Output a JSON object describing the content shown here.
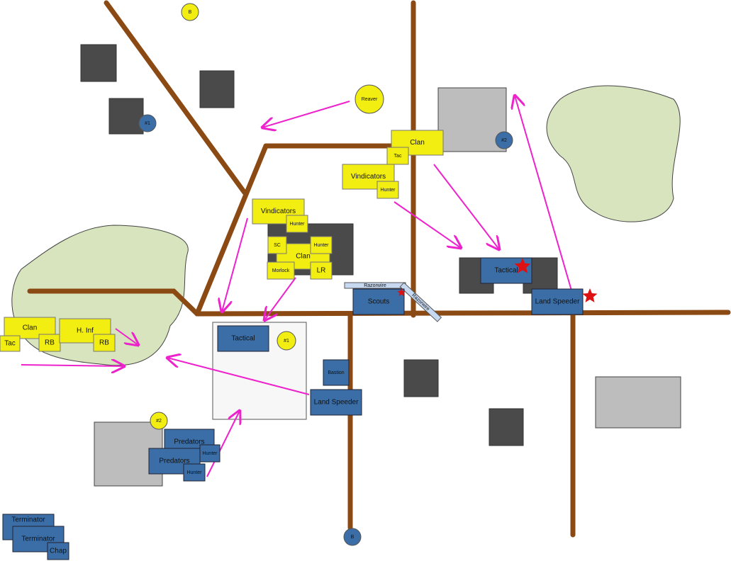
{
  "colors": {
    "road": "#8b4a14",
    "arrow": "#ee22cc",
    "yellow_units": "#f2ee12",
    "blue_units": "#3b6ea6",
    "terrain": "#d7e4bd",
    "star": "#dd1111"
  },
  "yellow": {
    "clan1": "Clan",
    "tac1": "Tac",
    "vind1": "Vindicators",
    "hunter1": "Hunter",
    "vind2": "Vindicators",
    "hunter2": "Hunter",
    "sc": "SC",
    "hunter3": "Hunter",
    "clan2": "Clan",
    "morlock": "Morlock",
    "lr": "LR",
    "clan3": "Clan",
    "tac2": "Tac",
    "rb1": "RB",
    "hinf": "H. Inf",
    "rb2": "RB"
  },
  "markers": {
    "b_top": "B",
    "reaver": "Reaver",
    "y1": "#1",
    "y2": "#2",
    "blue1": "#1",
    "blue2": "#2",
    "b_bottom": "B"
  },
  "blue": {
    "tactical1": "Tactical",
    "speeder1": "Land Speeder",
    "scouts": "Scouts",
    "tactical2": "Tactical",
    "bastion": "Bastion",
    "speeder2": "Land Speeder",
    "pred1": "Predators",
    "hunterA": "Hunter",
    "pred2": "Predators",
    "hunterB": "Hunter",
    "term1": "Terminator",
    "term2": "Terminator",
    "chap": "Chap"
  },
  "razorwire": "Razorwire"
}
